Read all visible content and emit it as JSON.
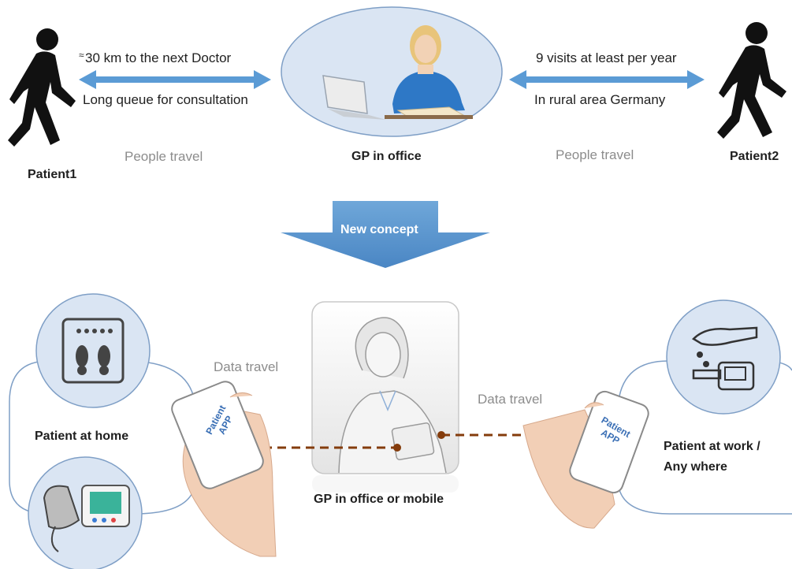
{
  "top": {
    "patient1": "Patient1",
    "patient2": "Patient2",
    "gp_label": "GP in office",
    "left_line1": "30 km to the next Doctor",
    "left_mark": "≈",
    "left_line2": "Long queue for consultation",
    "right_line1": "9 visits at least per year",
    "right_line2": "In rural area Germany",
    "left_travel": "People travel",
    "right_travel": "People travel"
  },
  "banner": "New concept",
  "bottom": {
    "home_label": "Patient at home",
    "work_label_line1": "Patient at work /",
    "work_label_line2": "Any where",
    "gp_label": "GP in office or mobile",
    "left_travel": "Data travel",
    "right_travel": "Data travel",
    "phone_left_line1": "Patient",
    "phone_left_line2": "APP",
    "phone_right_line1": "Patient",
    "phone_right_line2": "APP"
  },
  "colors": {
    "arrow_blue": "#5b9bd5",
    "circle_fill": "#dae5f3",
    "circle_stroke": "#7f9fc6",
    "dash_brown": "#843c0c",
    "label_gray": "#8c8c8c"
  }
}
